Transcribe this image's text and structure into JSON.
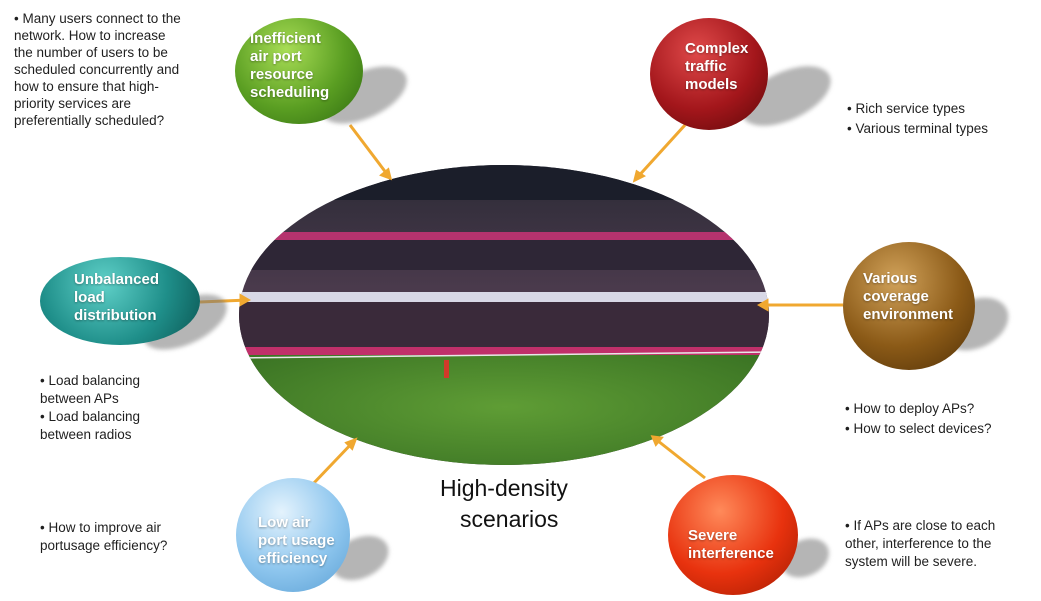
{
  "center": {
    "title_lines": [
      "High-density",
      "scenarios"
    ]
  },
  "bubbles": {
    "inefficient": {
      "lines": [
        "Inefficient",
        "air port",
        "resource",
        "scheduling"
      ],
      "color": "#5a9e22"
    },
    "complex": {
      "lines": [
        "Complex",
        "traffic",
        "models"
      ],
      "color": "#a3161b"
    },
    "unbalanced": {
      "lines": [
        "Unbalanced",
        "load",
        "distribution"
      ],
      "color": "#1f8f8a"
    },
    "various": {
      "lines": [
        "Various",
        "coverage",
        "environment"
      ],
      "color": "#8b5a17"
    },
    "low_air": {
      "lines": [
        "Low air",
        "port usage",
        "efficiency"
      ],
      "color": "#8ec6ee"
    },
    "severe": {
      "lines": [
        "Severe",
        "interference"
      ],
      "color": "#e8320e"
    }
  },
  "notes": {
    "top_left": [
      "• Many users connect to the",
      "network. How to increase",
      "the number of users to be",
      "scheduled concurrently and",
      "how to ensure that high-",
      "priority services are",
      "preferentially scheduled?"
    ],
    "top_right": [
      "•  Rich service types",
      "•  Various terminal types"
    ],
    "mid_left": [
      "•  Load balancing",
      "between APs",
      "•  Load balancing",
      "between radios"
    ],
    "mid_right": [
      "•   How to deploy APs?",
      "•  How to select devices?"
    ],
    "bottom_left": [
      "• How to improve air",
      "portusage efficiency?"
    ],
    "bottom_right": [
      "•  If APs are close to each",
      "other, interference to the",
      "system will be severe."
    ]
  },
  "connector_color": "#f0a830"
}
